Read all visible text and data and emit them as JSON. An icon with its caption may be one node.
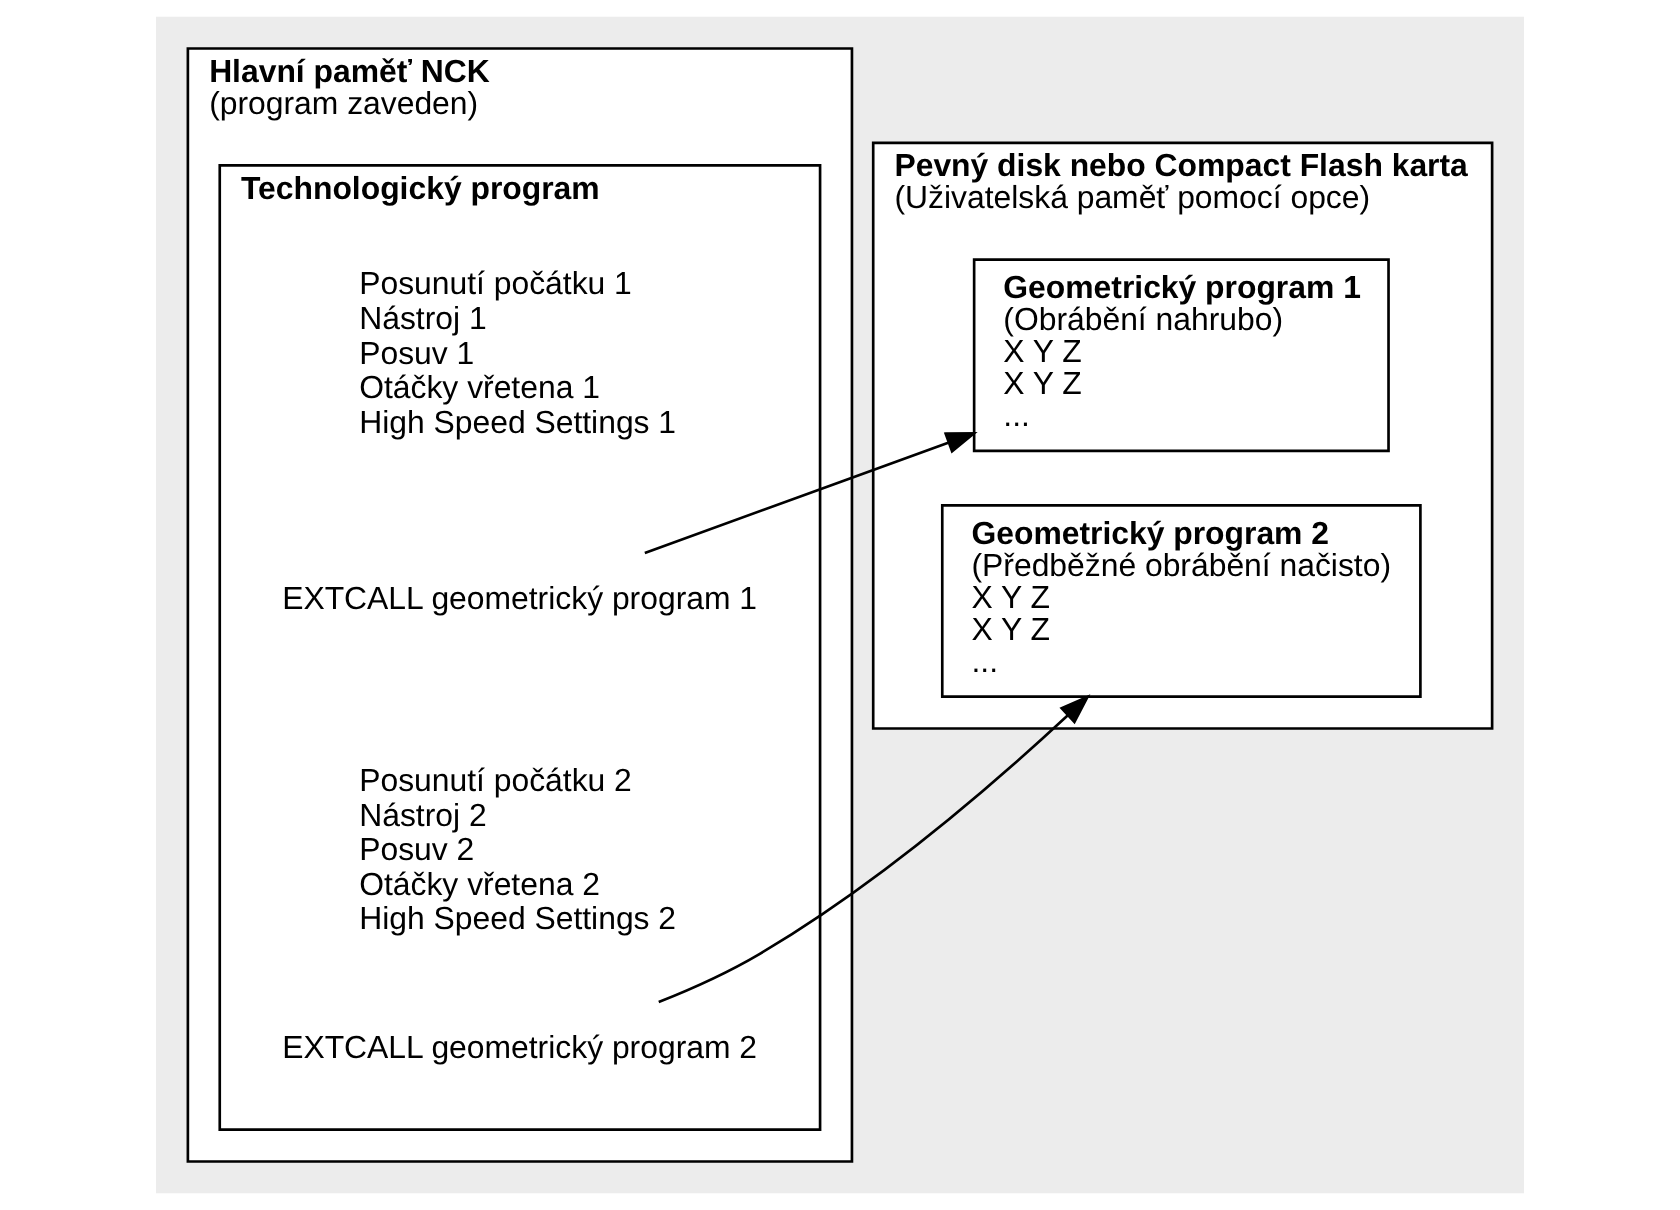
{
  "diagram": {
    "nodes": [
      {
        "text": [
          "Hlavní paměť NCK",
          "(program zaveden)"
        ]
      },
      {
        "text": [
          "Technologický program"
        ],
        "in": 0
      },
      {
        "text": [
          "Posunutí počátku 1",
          "Nástroj 1",
          "Posuv 1",
          "Otáčky vřetena 1",
          "High Speed Settings 1"
        ],
        "in": 1
      },
      {
        "text": [
          "EXTCALL geometrický program 1"
        ],
        "in": 1
      },
      {
        "text": [
          "Posunutí počátku 2",
          "Nástroj 2",
          "Posuv 2",
          "Otáčky vřetena 2",
          "High Speed Settings 2"
        ],
        "in": 1
      },
      {
        "text": [
          "EXTCALL geometrický program 2"
        ],
        "in": 1
      },
      {
        "text": [
          "Pevný disk nebo Compact Flash karta",
          "(Uživatelská paměť pomocí opce)"
        ]
      },
      {
        "text": [
          "Geometrický program 1",
          "(Obrábění nahrubo)",
          "X Y Z",
          "X Y Z",
          "..."
        ],
        "in": 6
      },
      {
        "text": [
          "Geometrický program 2",
          "(Předběžné obrábění načisto)",
          "X Y Z",
          "X Y Z",
          "..."
        ],
        "in": 6
      }
    ],
    "edges": [
      {
        "from": 3,
        "to": 7,
        "arrow": "to"
      },
      {
        "from": 5,
        "to": 8,
        "arrow": "to"
      }
    ]
  }
}
